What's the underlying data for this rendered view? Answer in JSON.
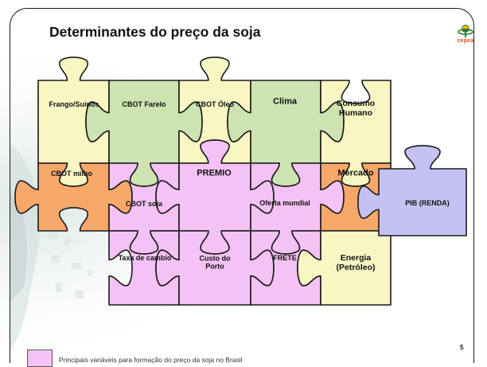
{
  "slide": {
    "title": "Determinantes do preço da soja",
    "logo_text": "cepea",
    "page_number": "5"
  },
  "colors": {
    "yellow": "#f8f7c4",
    "green": "#cde3b2",
    "pink": "#f4c2f4",
    "orange": "#f6a86b",
    "blue": "#c4c2f2"
  },
  "legend": {
    "color": "pink",
    "text": "Principais variáveis para formação do preço da soja no Brasil"
  },
  "pieces": [
    {
      "id": "frango-suinos",
      "label": "Frango/Suinos",
      "color": "yellow"
    },
    {
      "id": "cbot-farelo",
      "label": "CBOT Farelo",
      "color": "green"
    },
    {
      "id": "cbot-oleo",
      "label": "CBOT Óleo",
      "color": "yellow"
    },
    {
      "id": "clima",
      "label": "Clima",
      "color": "green"
    },
    {
      "id": "consumo-humano",
      "label": "Consumo\nHumano",
      "color": "yellow"
    },
    {
      "id": "cbot-milho",
      "label": "CBOT milho",
      "color": "orange"
    },
    {
      "id": "cbot-soja",
      "label": "CBOT soja",
      "color": "pink"
    },
    {
      "id": "premio",
      "label": "PREMIO",
      "color": "pink"
    },
    {
      "id": "oferta-mundial",
      "label": "Oferta mundial",
      "color": "pink"
    },
    {
      "id": "mercado",
      "label": "Mercado",
      "color": "orange"
    },
    {
      "id": "pib-renda",
      "label": "PIB (RENDA)",
      "color": "blue"
    },
    {
      "id": "taxa-cambio",
      "label": "Taxa de cambio",
      "color": "pink"
    },
    {
      "id": "custo-porto",
      "label": "Custo do\nPorto",
      "color": "pink"
    },
    {
      "id": "frete",
      "label": "FRETE",
      "color": "pink"
    },
    {
      "id": "energia",
      "label": "Energia\n(Petróleo)",
      "color": "yellow"
    }
  ]
}
